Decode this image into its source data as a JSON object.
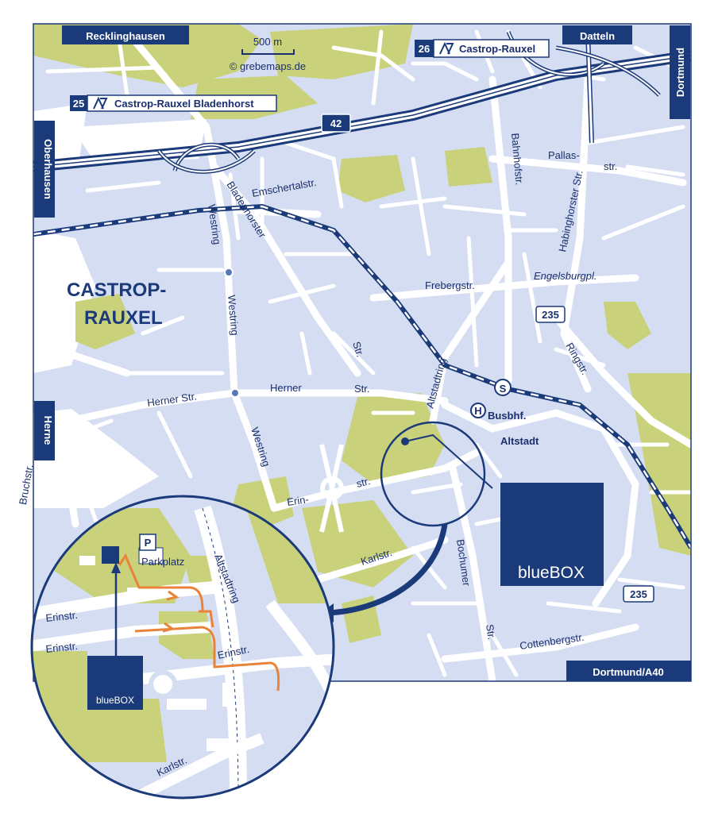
{
  "map": {
    "city_name_line1": "CASTROP-",
    "city_name_line2": "RAUXEL",
    "district": "Altstadt",
    "scale_label": "500 m",
    "copyright": "© grebemaps.de",
    "colors": {
      "background": "#ffffff",
      "built_area": "#d4ddf2",
      "road": "#ffffff",
      "green": "#c9d27a",
      "navy": "#1b3a7a",
      "orange_route": "#e8833a"
    }
  },
  "directions": {
    "top_left": "Recklinghausen",
    "top_right_1": "Datteln",
    "top_right_2": "Dortmund",
    "left_1": "Oberhausen",
    "left_2": "Herne",
    "bottom_right": "Dortmund/A40"
  },
  "motorway": {
    "number": "42",
    "exit_25_num": "25",
    "exit_25_name": "Castrop-Rauxel Bladenhorst",
    "exit_26_num": "26",
    "exit_26_name": "Castrop-Rauxel"
  },
  "federal_road": "235",
  "streets": {
    "emscherstal": "Emschertalstr.",
    "bladenhorster": "Bladenhorster",
    "str": "Str.",
    "westring1": "Westring",
    "westring2": "Westring",
    "westring3": "Westring",
    "herner1": "Herner Str.",
    "herner2": "Herner",
    "herner3": "Str.",
    "erin1": "Erin-",
    "erin2": "str.",
    "karl": "Karlstr.",
    "bochumer1": "Bochumer",
    "bochumer2": "Str.",
    "altstadtring": "Altstadtring",
    "frebergs": "Frebergstr.",
    "engelsburg": "Engelsburgpl.",
    "bahnhof": "Bahnhofstr.",
    "pallas1": "Pallas-",
    "pallas2": "str.",
    "habinghorster": "Habinghorster Str.",
    "ring": "Ringstr.",
    "cottenberg": "Cottenbergstr.",
    "bruch": "Bruchstr."
  },
  "poi": {
    "sbahn": "S",
    "bus": "H",
    "busbhf": "Busbhf.",
    "bluebox": "blueBOX"
  },
  "inset": {
    "parking_symbol": "P",
    "parking_label": "Parkplatz",
    "erinstr1": "Erinstr.",
    "erinstr2": "Erinstr.",
    "erinstr3": "Erinstr.",
    "altstadtring": "Altstadtring",
    "karlstr": "Karlstr.",
    "bluebox": "blueBOX"
  }
}
